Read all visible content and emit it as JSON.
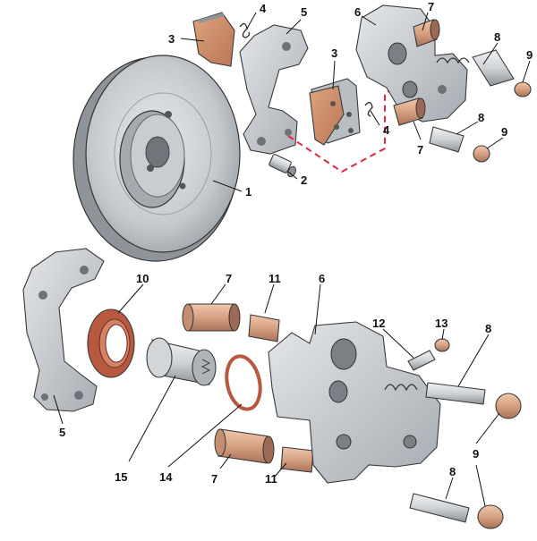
{
  "callouts": {
    "disc": "1",
    "bolt": "2",
    "pad_top": "3",
    "pad_front": "3",
    "spring_top": "4",
    "spring_front": "4",
    "bracket_top": "5",
    "bracket_bottom": "5",
    "caliper_top": "6",
    "caliper_bottom": "6",
    "bushing_top_a": "7",
    "bushing_top_b": "7",
    "bushing_bottom_a": "7",
    "bushing_bottom_b": "7",
    "pin_top_a": "8",
    "pin_top_b": "8",
    "pin_bottom_a": "8",
    "pin_bottom_b": "8",
    "cap_top_a": "9",
    "cap_top_b": "9",
    "cap_bottom_a": "9",
    "cap_bottom_b": "9",
    "seal": "10",
    "sleeve_a": "11",
    "sleeve_b": "11",
    "bleeder": "12",
    "bleeder_cap": "13",
    "ring": "14",
    "piston": "15"
  },
  "colors": {
    "metal_light": "#d9dcdf",
    "metal_mid": "#b7bcc1",
    "metal_dark": "#8f959b",
    "pad_friction": "#c98a66",
    "bronze": "#d8a585",
    "seal_red": "#b7583f",
    "dashed_route": "#e0263c"
  }
}
